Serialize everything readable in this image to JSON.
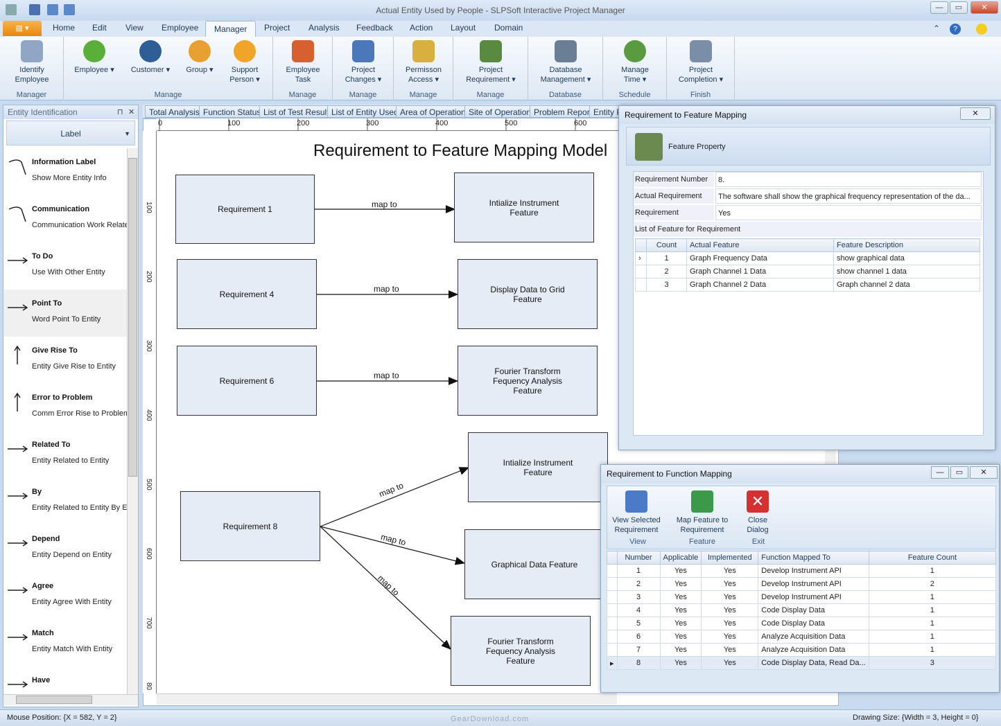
{
  "window": {
    "title": "Actual Entity Used by People - SLPSoft Interactive Project Manager"
  },
  "menu": {
    "app_button": "▤ ▾",
    "tabs": [
      "Home",
      "Edit",
      "View",
      "Employee",
      "Manager",
      "Project",
      "Analysis",
      "Feedback",
      "Action",
      "Layout",
      "Domain"
    ],
    "active_tab": "Manager"
  },
  "ribbon": {
    "buttons": [
      {
        "label1": "Identify",
        "label2": "Employee",
        "icon": "id-card-icon",
        "color": "#8fa6c4"
      },
      {
        "label1": "Employee ▾",
        "label2": "",
        "icon": "employee-icon",
        "color": "#5aae3a"
      },
      {
        "label1": "Customer ▾",
        "label2": "",
        "icon": "customer-icon",
        "color": "#2f5d95"
      },
      {
        "label1": "Group ▾",
        "label2": "",
        "icon": "group-icon",
        "color": "#e8a030"
      },
      {
        "label1": "Support",
        "label2": "Person ▾",
        "icon": "support-person-icon",
        "color": "#f0a428"
      },
      {
        "label1": "Employee",
        "label2": "Task",
        "icon": "employee-task-icon",
        "color": "#d86030"
      },
      {
        "label1": "Project",
        "label2": "Changes ▾",
        "icon": "project-changes-icon",
        "color": "#4a78b8"
      },
      {
        "label1": "Permisson",
        "label2": "Access ▾",
        "icon": "permission-lock-icon",
        "color": "#d8b040"
      },
      {
        "label1": "Project",
        "label2": "Requirement ▾",
        "icon": "project-requirement-icon",
        "color": "#5a8a40"
      },
      {
        "label1": "Database",
        "label2": "Management ▾",
        "icon": "database-icon",
        "color": "#6a7f96"
      },
      {
        "label1": "Manage",
        "label2": "Time ▾",
        "icon": "clock-icon",
        "color": "#5a9a40"
      },
      {
        "label1": "Project",
        "label2": "Completion ▾",
        "icon": "tools-icon",
        "color": "#7a8ea8"
      }
    ],
    "groups": [
      "Manager",
      "Manage",
      "Manage",
      "Manage",
      "Manage",
      "Manage",
      "Database",
      "Schedule",
      "Finish"
    ]
  },
  "left_panel": {
    "title": "Entity Identification",
    "pin": "⊓",
    "close": "✕",
    "selector": "Label",
    "items": [
      {
        "name": "Information Label",
        "desc": "Show More Entity Info"
      },
      {
        "name": "Communication",
        "desc": "Communication Work Relate"
      },
      {
        "name": "To Do",
        "desc": "Use With Other Entity"
      },
      {
        "name": "Point To",
        "desc": "Word Point To Entity"
      },
      {
        "name": "Give Rise To",
        "desc": "Entity Give Rise to Entity"
      },
      {
        "name": "Error to Problem",
        "desc": "Comm Error Rise to Problem"
      },
      {
        "name": "Related To",
        "desc": "Entity Related to Entity"
      },
      {
        "name": "By",
        "desc": "Entity Related to Entity By E"
      },
      {
        "name": "Depend",
        "desc": "Entity Depend on Entity"
      },
      {
        "name": "Agree",
        "desc": "Entity Agree With Entity"
      },
      {
        "name": "Match",
        "desc": "Entity Match With Entity"
      },
      {
        "name": "Have",
        "desc": ""
      }
    ]
  },
  "doc_tabs": [
    "Total Analysis",
    "Function Status",
    "List of Test Result",
    "List of Entity Used",
    "Area of Operation",
    "Site of Operation",
    "Problem Report",
    "Entity P"
  ],
  "ruler": {
    "h": [
      "0",
      "100",
      "200",
      "300",
      "400",
      "500",
      "600"
    ],
    "v": [
      "100",
      "200",
      "300",
      "400",
      "500",
      "600",
      "700",
      "80"
    ]
  },
  "diagram": {
    "title": "Requirement to Feature Mapping Model",
    "req1": "Requirement 1",
    "req4": "Requirement 4",
    "req6": "Requirement 6",
    "req8": "Requirement 8",
    "f1": "Intialize Instrument\nFeature",
    "f2": "Display Data to Grid\nFeature",
    "f3": "Fourier Transform\nFequency Analysis\nFeature",
    "f4": "Intialize Instrument\nFeature",
    "f5": "Graphical Data Feature",
    "f6": "Fourier Transform\nFequency Analysis\nFeature",
    "edge": "map to"
  },
  "dialog1": {
    "title": "Requirement to Feature Mapping",
    "close": "✕",
    "section": "Feature Property",
    "req_num_label": "Requirement Number",
    "req_num_value": "8.",
    "actual_label": "Actual Requirement",
    "actual_value": "The software shall show the graphical frequency representation of the da...",
    "applicable_label": "Requirement Applicable",
    "applicable_value": "Yes",
    "list_label": "List of Feature for Requirement",
    "columns": [
      "Count",
      "Actual Feature",
      "Feature Description"
    ],
    "rows": [
      [
        "1",
        "Graph Frequency Data",
        "show graphical data"
      ],
      [
        "2",
        "Graph Channel 1 Data",
        "show channel 1 data"
      ],
      [
        "3",
        "Graph Channel 2 Data",
        "Graph channel 2 data"
      ]
    ]
  },
  "dialog2": {
    "title": "Requirement to Function Mapping",
    "buttons": [
      {
        "label1": "View Selected",
        "label2": "Requirement",
        "group": "View"
      },
      {
        "label1": "Map Feature to",
        "label2": "Requirement",
        "group": "Feature"
      },
      {
        "label1": "Close",
        "label2": "Dialog",
        "group": "Exit"
      }
    ],
    "columns": [
      "Number",
      "Applicable",
      "Implemented",
      "Function Mapped To",
      "Feature Count"
    ],
    "rows": [
      [
        "1",
        "Yes",
        "Yes",
        "Develop Instrument API",
        "1"
      ],
      [
        "2",
        "Yes",
        "Yes",
        "Develop Instrument API",
        "2"
      ],
      [
        "3",
        "Yes",
        "Yes",
        "Develop Instrument API",
        "1"
      ],
      [
        "4",
        "Yes",
        "Yes",
        "Code Display Data",
        "1"
      ],
      [
        "5",
        "Yes",
        "Yes",
        "Code Display Data",
        "1"
      ],
      [
        "6",
        "Yes",
        "Yes",
        "Analyze Acquisition Data",
        "1"
      ],
      [
        "7",
        "Yes",
        "Yes",
        "Analyze Acquisition Data",
        "1"
      ],
      [
        "8",
        "Yes",
        "Yes",
        "Code Display Data, Read Da...",
        "3"
      ]
    ]
  },
  "status": {
    "mouse": "Mouse Position: {X = 582,  Y = 2}",
    "drawing": "Drawing Size: {Width = 3, Height = 0}",
    "watermark": "GearDownload.com"
  }
}
